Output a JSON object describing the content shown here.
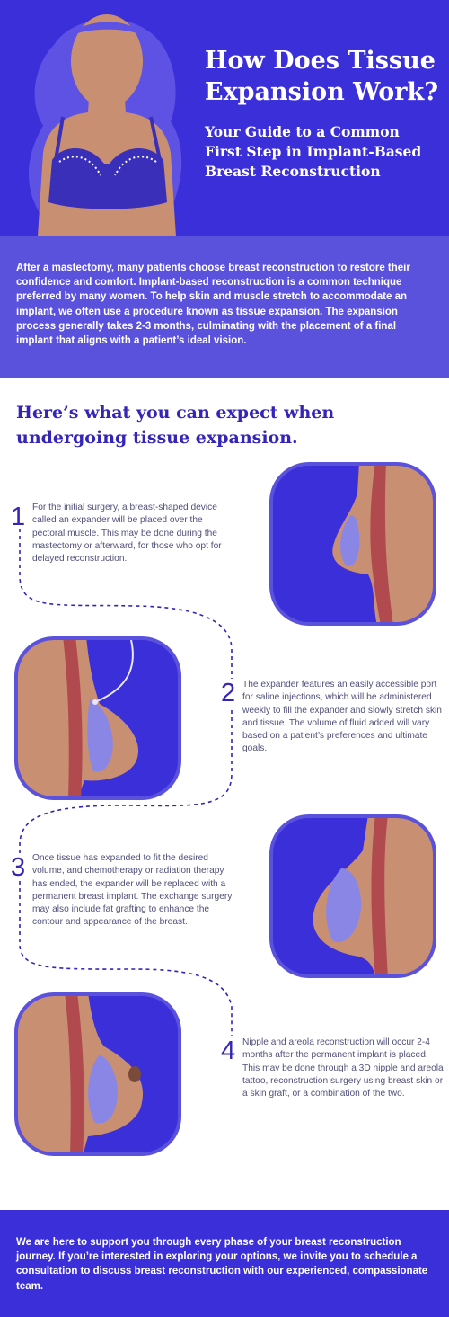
{
  "header": {
    "title": "How Does Tissue Expansion Work?",
    "subtitle": "Your Guide to a Common First Step in Implant-Based Breast Reconstruction"
  },
  "intro": {
    "text": "After a mastectomy, many patients choose breast reconstruction to restore their confidence and comfort. Implant-based reconstruction is a common technique preferred by many women. To help skin and muscle stretch to accommodate an implant, we often use a procedure known as tissue expansion. The expansion process generally takes 2-3 months, culminating with the placement of a final implant that aligns with a patient’s ideal vision."
  },
  "expect": {
    "title": "Here’s what you can expect when undergoing tissue expansion."
  },
  "steps": [
    {
      "number": "1",
      "text": "For the initial surgery, a breast-shaped device called an expander will be placed over the pectoral muscle. This may be done during the mastectomy or afterward, for those who opt for delayed reconstruction."
    },
    {
      "number": "2",
      "text": "The expander features an easily accessible port for saline injections, which will be administered weekly to fill the expander and slowly stretch skin and tissue. The volume of fluid added will vary based on a patient’s preferences and ultimate goals."
    },
    {
      "number": "3",
      "text": "Once tissue has expanded to fit the desired volume, and chemotherapy or radiation therapy has ended, the expander will be replaced with a permanent breast implant. The exchange surgery may also include fat grafting to enhance the contour and appearance of the breast."
    },
    {
      "number": "4",
      "text": "Nipple and areola reconstruction will occur 2-4 months after the permanent implant is placed. This may be done through a 3D nipple and areola tattoo, reconstruction surgery using breast skin or a skin graft, or a combination of the two."
    }
  ],
  "footer": {
    "text": "We are here to support you through every phase of your breast reconstruction journey. If you’re interested in exploring your options, we invite you to schedule a consultation to discuss breast reconstruction with our experienced, compassionate team."
  },
  "colors": {
    "primary": "#3b2fd9",
    "intro_bg": "#5a51dd",
    "heading": "#3424b8",
    "skin": "#c98f72",
    "muscle": "#b04a4e",
    "expander": "#8a86e6",
    "hair": "#5d52e4"
  }
}
